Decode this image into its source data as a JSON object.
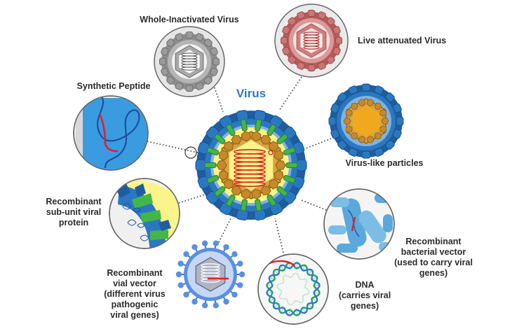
{
  "title": "Virus",
  "labels": {
    "whole_inactivated": "Whole-Inactivated Virus",
    "live_attenuated": "Live attenuated Virus",
    "synthetic_peptide": "Synthetic Peptide",
    "vlp": "Virus-like particles",
    "subunit": [
      "Recombinant",
      "sub-unit viral",
      "protein"
    ],
    "bacterial": [
      "Recombinant",
      "bacterial vector",
      "(used to carry viral",
      "genes)"
    ],
    "viral_vector": [
      "Recombinant",
      "vial vector",
      "(different virus",
      "pathogenic",
      "viral genes)"
    ],
    "dna": [
      "DNA",
      "(carries viral",
      "genes)"
    ]
  },
  "colors": {
    "capsid_blue": "#2b78c2",
    "capsid_dark": "#174f88",
    "spike_green": "#43b649",
    "core_yellow": "#fbf48a",
    "capsomer_brown": "#c78a2a",
    "rna_red": "#d9241f",
    "inactivated_gray": "#9a9a9a",
    "attenuated_pink": "#c97676",
    "bacteria_blue": "#5aa8dc"
  }
}
